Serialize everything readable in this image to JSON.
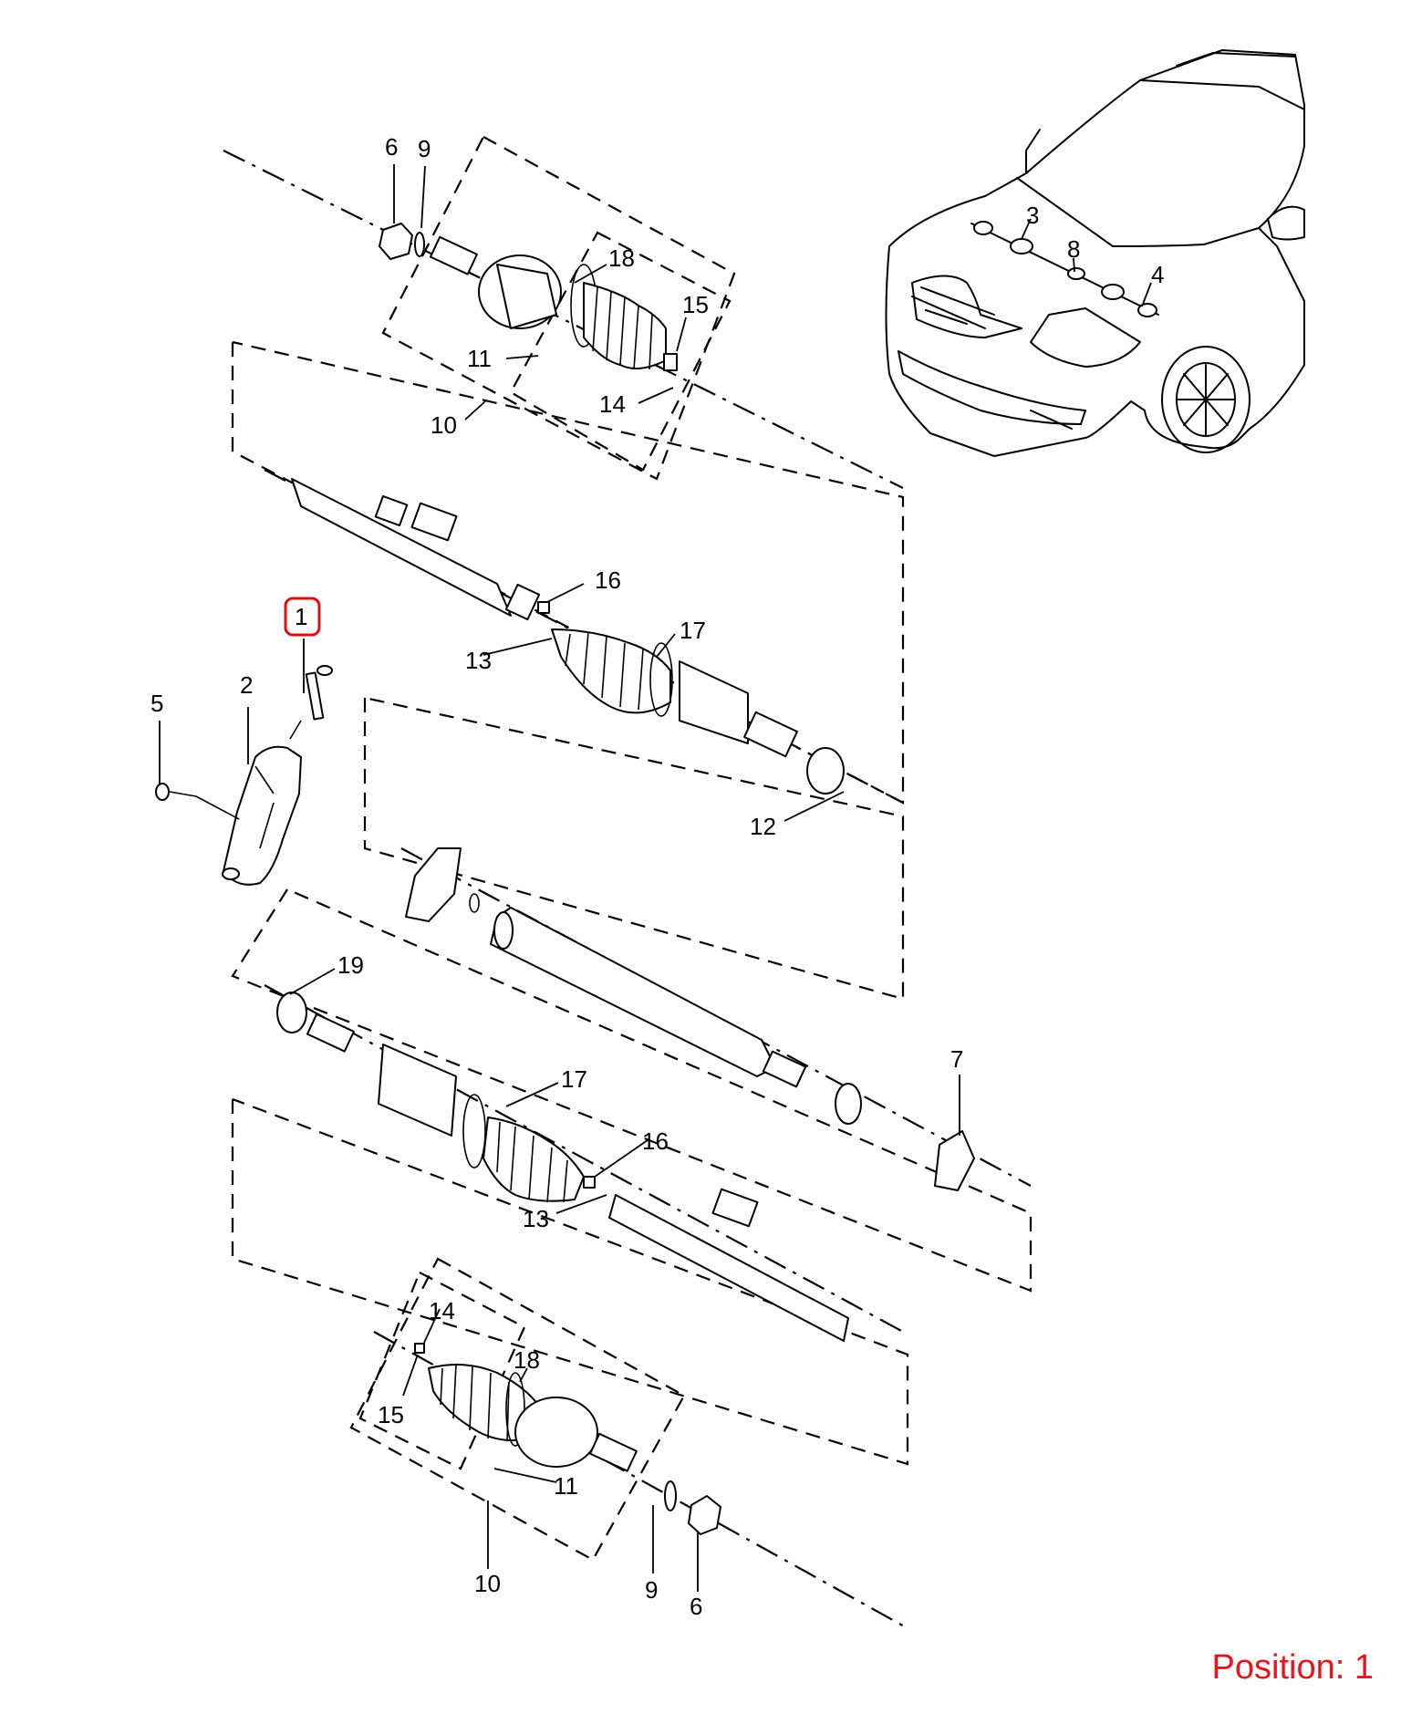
{
  "position": {
    "text": "Position: 1",
    "color": "#e8141e"
  },
  "selected_callout": "1",
  "highlight_color": "#e01010",
  "callouts": {
    "c1": "1",
    "c2": "2",
    "c3": "3",
    "c4": "4",
    "c5": "5",
    "c6_top": "6",
    "c6_bottom": "6",
    "c7": "7",
    "c8": "8",
    "c9_top": "9",
    "c9_bottom": "9",
    "c10_top": "10",
    "c10_bottom": "10",
    "c11_top": "11",
    "c11_bottom": "11",
    "c12": "12",
    "c13_top": "13",
    "c13_bottom": "13",
    "c14_top": "14",
    "c14_bottom": "14",
    "c15_top": "15",
    "c15_bottom": "15",
    "c16_top": "16",
    "c16_bottom": "16",
    "c17_top": "17",
    "c17_bottom": "17",
    "c18_top": "18",
    "c18_bottom": "18",
    "c19": "19"
  }
}
